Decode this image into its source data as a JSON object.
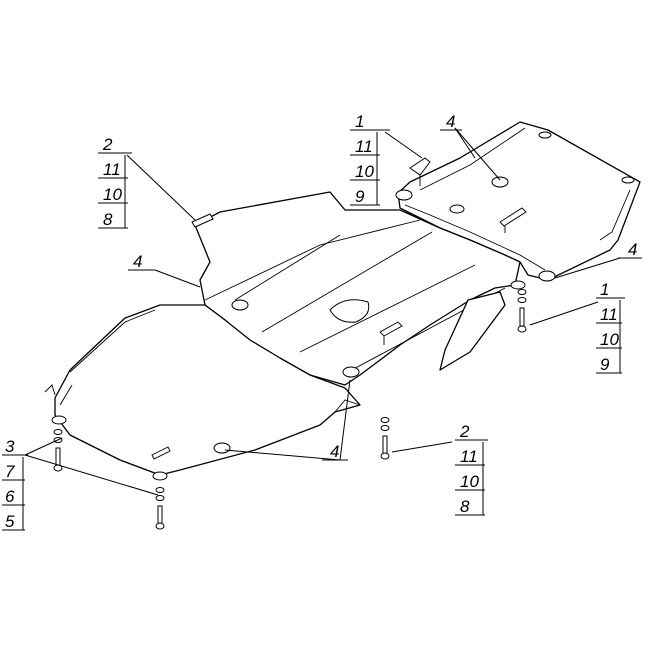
{
  "callouts": {
    "group_top_center": [
      "1",
      "11",
      "10",
      "9"
    ],
    "group_top_left": [
      "2",
      "11",
      "10",
      "8"
    ],
    "group_right": [
      "1",
      "11",
      "10",
      "9"
    ],
    "group_bottom_center": [
      "2",
      "11",
      "10",
      "8"
    ],
    "group_bottom_left": [
      "3",
      "7",
      "6",
      "5"
    ],
    "label_4_top": "4",
    "label_4_right": "4",
    "label_4_left": "4",
    "label_4_bottom": "4"
  }
}
